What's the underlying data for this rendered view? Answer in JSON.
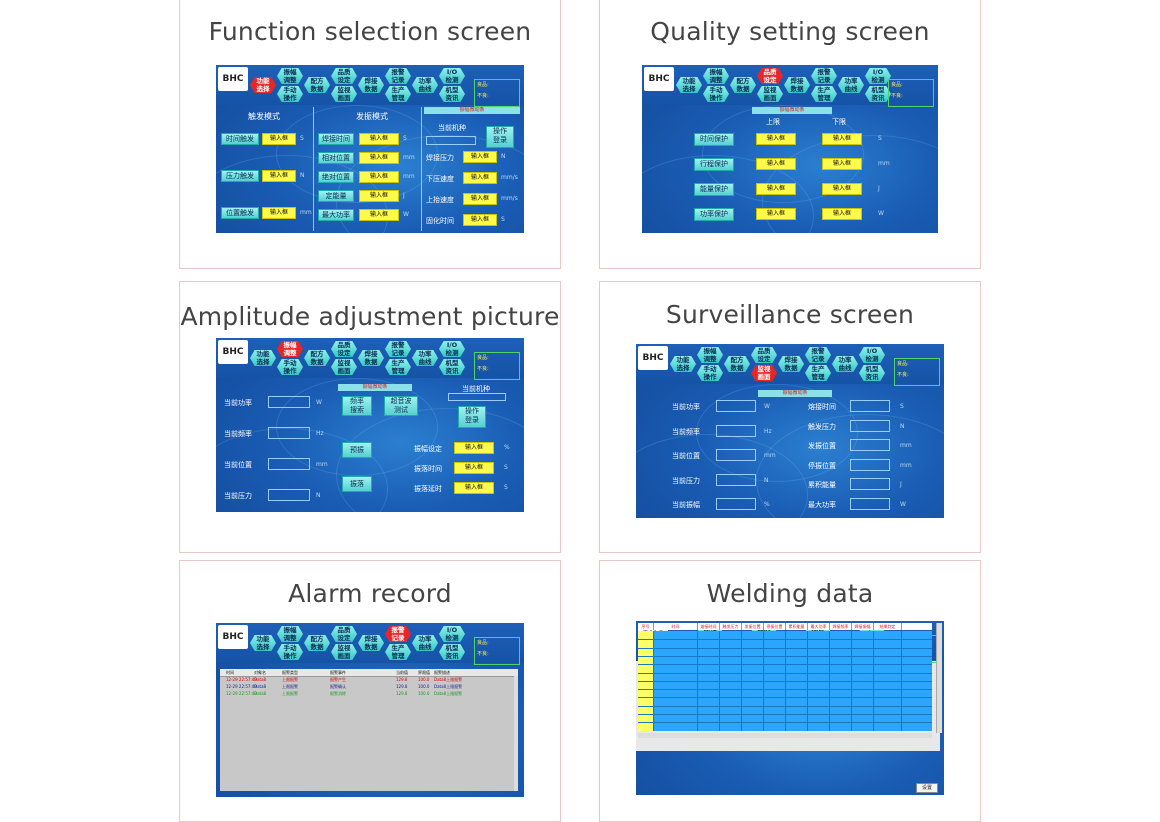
{
  "cards": [
    {
      "title": "Function selection screen"
    },
    {
      "title": "Quality setting screen"
    },
    {
      "title": "Amplitude adjustment picture"
    },
    {
      "title": "Surveillance screen"
    },
    {
      "title": "Alarm record"
    },
    {
      "title": "Welding data"
    }
  ],
  "hmi": {
    "logo": "BHC",
    "nav": [
      "功能\n选择",
      "振幅\n调整",
      "手动\n操作",
      "配方\n数据",
      "品质\n设定",
      "监视\n画面",
      "焊接\n数据",
      "报警\n记录",
      "生产\n管理",
      "功率\n曲线",
      "I/O\n检测",
      "机型\n资讯"
    ],
    "status_ok": "良品:",
    "status_ng": "不良:",
    "input_label": "输入框"
  },
  "func": {
    "trigger_title": "触发模式",
    "vib_title": "发振模式",
    "vib_bar": "振幅微动条",
    "trigger_rows": [
      "时间触发",
      "压力触发",
      "位置触发"
    ],
    "trigger_units": [
      "S",
      "N",
      "mm"
    ],
    "vib_rows": [
      "焊接时间",
      "相对位置",
      "绝对位置",
      "定能量",
      "最大功率"
    ],
    "vib_units": [
      "S",
      "mm",
      "mm",
      "J",
      "W"
    ],
    "current_model": "当前机种",
    "op_login": "操作\n登录",
    "right_rows": [
      "焊接压力",
      "下压速度",
      "上抬速度",
      "固化时间"
    ],
    "right_units": [
      "N",
      "mm/s",
      "mm/s",
      "S"
    ]
  },
  "quality": {
    "upper": "上限",
    "lower": "下限",
    "rows": [
      "时间保护",
      "行程保护",
      "能量保护",
      "功率保护"
    ],
    "units": [
      "S",
      "mm",
      "J",
      "W"
    ]
  },
  "amp": {
    "bar": "振幅微动条",
    "current_model": "当前机种",
    "left_rows": [
      "当前功率",
      "当前频率",
      "当前位置",
      "当前压力"
    ],
    "left_units": [
      "W",
      "Hz",
      "mm",
      "N"
    ],
    "freq_search": "频率\n搜索",
    "ultra_test": "超音波\n测试",
    "op_login": "操作\n登录",
    "pre_vib": "预振",
    "vib_drop": "振落",
    "right_rows": [
      "振幅设定",
      "振落时间",
      "振落延时"
    ],
    "right_units": [
      "%",
      "S",
      "S"
    ]
  },
  "monitor": {
    "bar": "振幅微动条",
    "left_rows": [
      "当前功率",
      "当前频率",
      "当前位置",
      "当前压力",
      "当前振幅"
    ],
    "left_units": [
      "W",
      "Hz",
      "mm",
      "N",
      "%"
    ],
    "right_rows": [
      "熔接时间",
      "触发压力",
      "发振位置",
      "停振位置",
      "累积能量",
      "最大功率"
    ],
    "right_units": [
      "S",
      "N",
      "mm",
      "mm",
      "J",
      "W"
    ]
  },
  "alarm": {
    "headers": [
      "时间",
      "对象名",
      "报警类型",
      "报警事件",
      "当前值",
      "界限值",
      "报警描述"
    ],
    "rows": [
      {
        "time": "12-29 22:57:49",
        "obj": "Data8",
        "type": "上限报警",
        "event": "报警产生",
        "cur": "129.8",
        "lim": "100.0",
        "desc": "Data8上限报警",
        "color": "#d00000"
      },
      {
        "time": "12-29 22:57:49",
        "obj": "Data8",
        "type": "上限报警",
        "event": "报警确认",
        "cur": "129.8",
        "lim": "100.0",
        "desc": "Data8上限报警",
        "color": "#1a1a8a"
      },
      {
        "time": "12-29 22:57:49",
        "obj": "Data8",
        "type": "上限报警",
        "event": "报警消除",
        "cur": "129.8",
        "lim": "100.0",
        "desc": "Data8上限报警",
        "color": "#1a9a1a"
      }
    ]
  },
  "weld": {
    "headers": [
      "序号",
      "时间",
      "熔接时间",
      "触发压力",
      "发振位置",
      "停振位置",
      "累积能量",
      "最大功率",
      "焊接频率",
      "焊接振幅",
      "结果判定"
    ],
    "settings": "设置"
  },
  "colors": {
    "screen_blue": "#1a5db5",
    "cyan_button": "#55d0d0",
    "yellow_input": "#fff94a",
    "active_nav": "#e8262a"
  }
}
